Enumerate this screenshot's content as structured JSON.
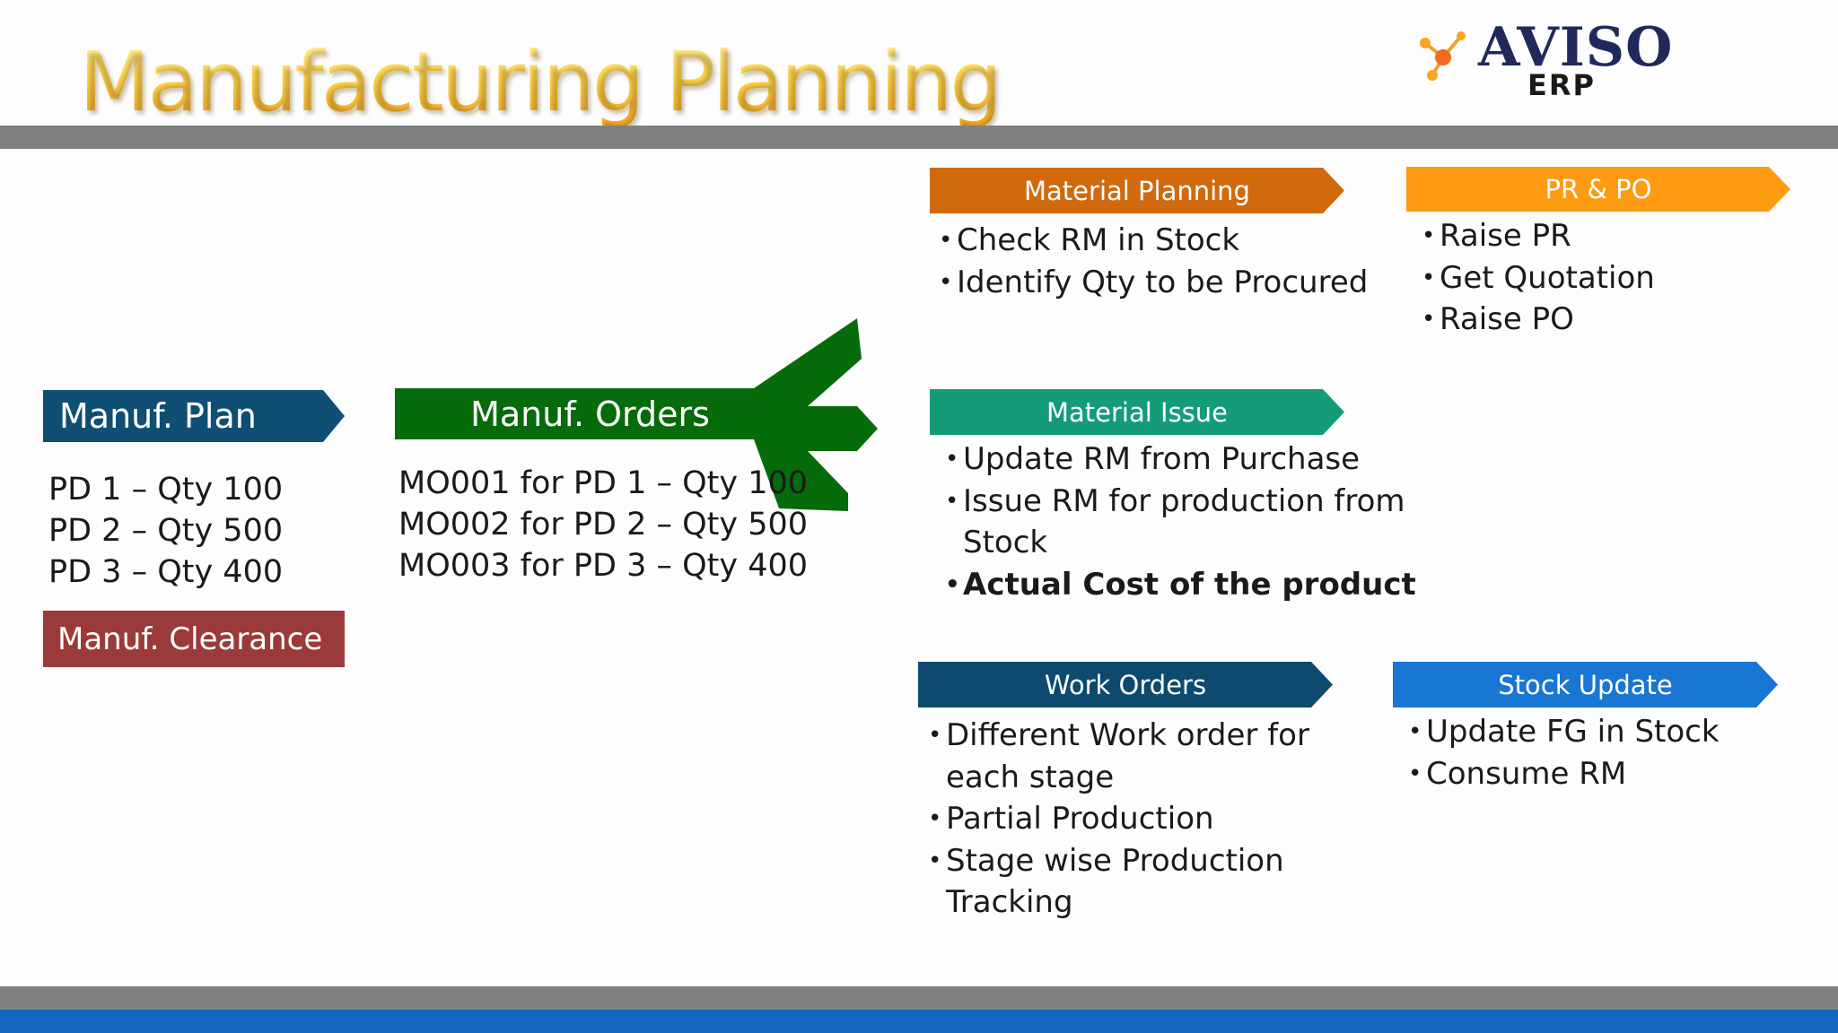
{
  "title": "Manufacturing Planning",
  "logo": {
    "name": "AVISO",
    "sub": "ERP"
  },
  "colors": {
    "manuf_plan": "#0e4f73",
    "manuf_orders": "#066b0a",
    "manuf_clearance": "#9b3a3a",
    "material_planning": "#d2690c",
    "pr_po": "#ff9b11",
    "material_issue": "#149c78",
    "work_orders": "#0d4a6e",
    "stock_update": "#1976d2",
    "top_bar": "#808080",
    "bottom_bar": "#1565c0"
  },
  "manuf_plan": {
    "label": "Manuf. Plan",
    "items": [
      "PD 1 – Qty 100",
      "PD 2 – Qty 500",
      "PD 3 – Qty 400"
    ]
  },
  "manuf_clearance": {
    "label": "Manuf. Clearance"
  },
  "manuf_orders": {
    "label": "Manuf. Orders",
    "items": [
      "MO001 for PD 1 – Qty 100",
      "MO002 for PD 2 – Qty 500",
      "MO003 for PD 3 – Qty 400"
    ]
  },
  "material_planning": {
    "label": "Material Planning",
    "items": [
      "Check RM in Stock",
      "Identify Qty to be Procured"
    ]
  },
  "pr_po": {
    "label": "PR & PO",
    "items": [
      "Raise PR",
      "Get Quotation",
      "Raise PO"
    ]
  },
  "material_issue": {
    "label": "Material Issue",
    "items": [
      "Update RM from Purchase",
      "Issue RM for production from",
      "Stock",
      "Actual Cost of the product"
    ]
  },
  "work_orders": {
    "label": "Work Orders",
    "items": [
      "Different Work order for",
      "each stage",
      "Partial Production",
      "Stage wise Production",
      "Tracking"
    ]
  },
  "stock_update": {
    "label": "Stock Update",
    "items": [
      "Update FG in Stock",
      "Consume RM"
    ]
  }
}
